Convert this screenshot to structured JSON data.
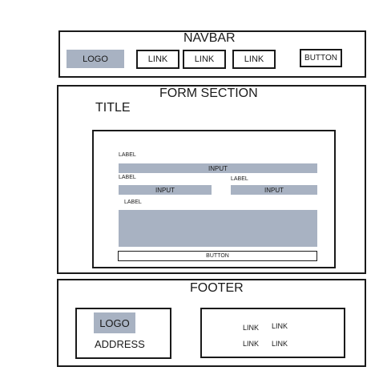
{
  "navbar": {
    "title": "NAVBAR",
    "logo": "LOGO",
    "links": [
      "LINK",
      "LINK",
      "LINK"
    ],
    "button": "BUTTON"
  },
  "form_section": {
    "title": "FORM SECTION",
    "subtitle": "TITLE",
    "form": {
      "label_1": "LABEL",
      "input_1": "INPUT",
      "label_2": "LABEL",
      "input_2": "INPUT",
      "label_3": "LABEL",
      "input_3": "INPUT",
      "label_4": "LABEL",
      "button": "BUTTON"
    }
  },
  "footer": {
    "title": "FOOTER",
    "logo": "LOGO",
    "address": "ADDRESS",
    "links": [
      "LINK",
      "LINK",
      "LINK",
      "LINK"
    ]
  },
  "colors": {
    "placeholder_fill": "#a8b2c2",
    "stroke": "#1a1a1a",
    "background": "#ffffff"
  }
}
